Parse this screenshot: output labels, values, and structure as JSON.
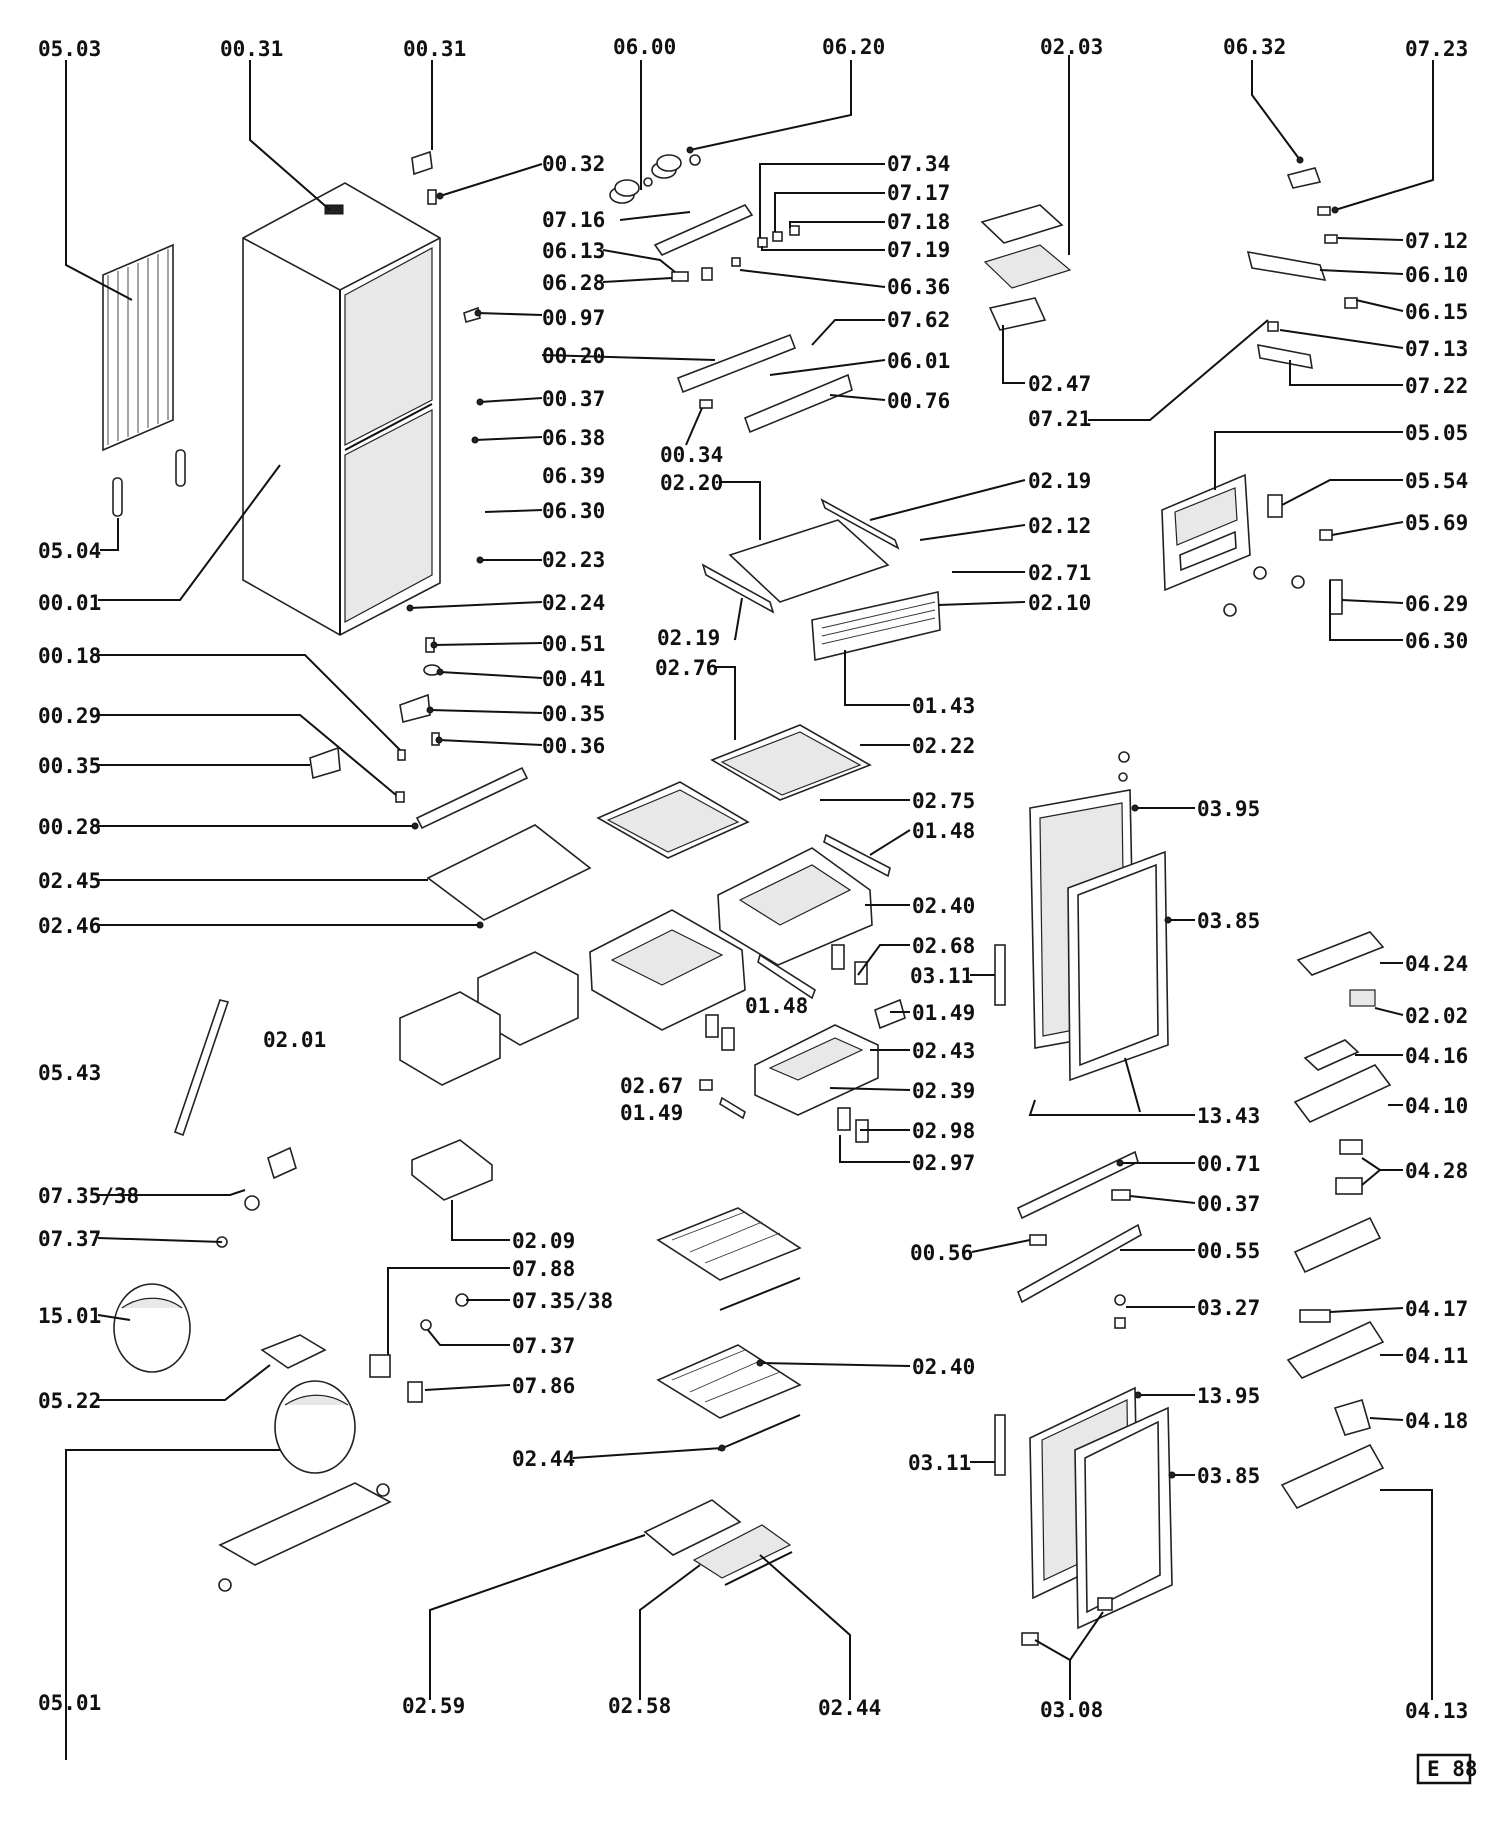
{
  "diagram": {
    "badge": "E 88",
    "labels": [
      "05.03",
      "00.31",
      "00.31",
      "06.00",
      "06.20",
      "02.03",
      "06.32",
      "07.23",
      "00.32",
      "07.34",
      "07.17",
      "07.16",
      "07.18",
      "06.13",
      "07.19",
      "06.28",
      "06.36",
      "07.12",
      "06.10",
      "06.15",
      "00.97",
      "07.62",
      "00.20",
      "06.01",
      "07.13",
      "07.22",
      "00.37",
      "00.76",
      "02.47",
      "07.21",
      "00.34",
      "06.38",
      "05.05",
      "06.39",
      "02.20",
      "02.19",
      "05.54",
      "06.30",
      "05.69",
      "05.04",
      "02.23",
      "02.12",
      "02.71",
      "00.01",
      "02.24",
      "02.10",
      "06.29",
      "02.19",
      "06.30",
      "00.51",
      "00.18",
      "00.41",
      "02.76",
      "01.43",
      "00.35",
      "00.29",
      "00.36",
      "02.22",
      "00.35",
      "02.75",
      "03.95",
      "00.28",
      "01.48",
      "02.45",
      "02.40",
      "03.85",
      "02.46",
      "02.68",
      "04.24",
      "03.11",
      "01.48",
      "01.49",
      "02.02",
      "02.01",
      "02.43",
      "04.16",
      "05.43",
      "02.67",
      "02.39",
      "13.43",
      "04.10",
      "01.49",
      "02.98",
      "02.97",
      "00.71",
      "04.28",
      "07.35/38",
      "00.37",
      "07.37",
      "02.09",
      "00.56",
      "00.55",
      "07.88",
      "07.35/38",
      "03.27",
      "04.17",
      "15.01",
      "07.37",
      "04.11",
      "02.40",
      "05.22",
      "07.86",
      "13.95",
      "04.18",
      "02.44",
      "03.11",
      "03.85",
      "05.01",
      "02.59",
      "02.58",
      "02.44",
      "03.08",
      "04.13"
    ]
  }
}
